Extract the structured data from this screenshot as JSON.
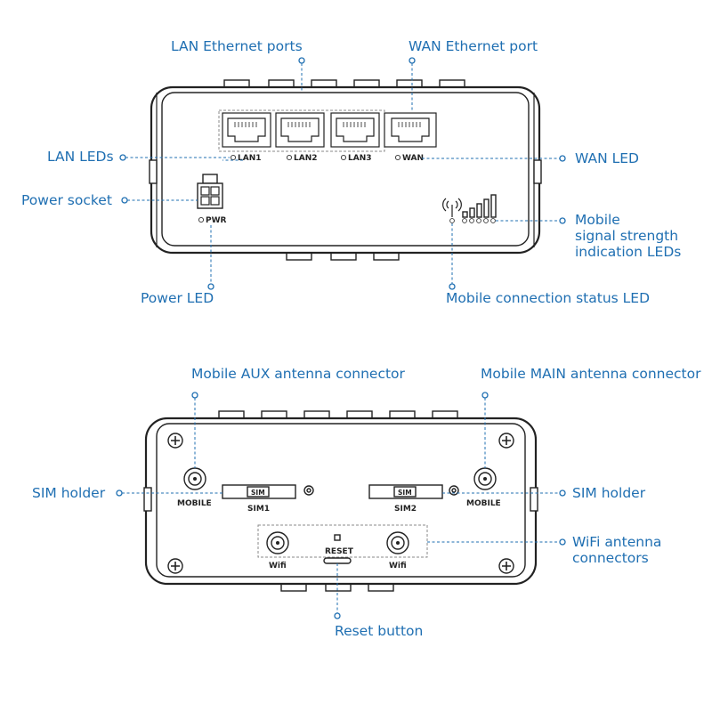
{
  "callouts": {
    "lan_ports": "LAN Ethernet ports",
    "wan_port": "WAN Ethernet port",
    "lan_leds": "LAN LEDs",
    "wan_led": "WAN LED",
    "power_socket": "Power socket",
    "mobile_signal_line1": "Mobile",
    "mobile_signal_line2": "signal strength",
    "mobile_signal_line3": "indication LEDs",
    "power_led": "Power LED",
    "mobile_status_led": "Mobile connection status LED",
    "aux_antenna": "Mobile AUX antenna connector",
    "main_antenna": "Mobile MAIN antenna connector",
    "sim_holder_left": "SIM holder",
    "sim_holder_right": "SIM holder",
    "wifi_line1": "WiFi antenna",
    "wifi_line2": "connectors",
    "reset_button": "Reset button"
  },
  "device_labels": {
    "lan1": "LAN1",
    "lan2": "LAN2",
    "lan3": "LAN3",
    "wan": "WAN",
    "pwr": "PWR",
    "mobile_left": "MOBILE",
    "mobile_right": "MOBILE",
    "sim1": "SIM1",
    "sim2": "SIM2",
    "sim_card_left": "SIM",
    "sim_card_right": "SIM",
    "reset": "RESET",
    "wifi_left": "Wifi",
    "wifi_right": "Wifi"
  },
  "colors": {
    "accent": "#1f6fb2",
    "outline": "#222222"
  }
}
